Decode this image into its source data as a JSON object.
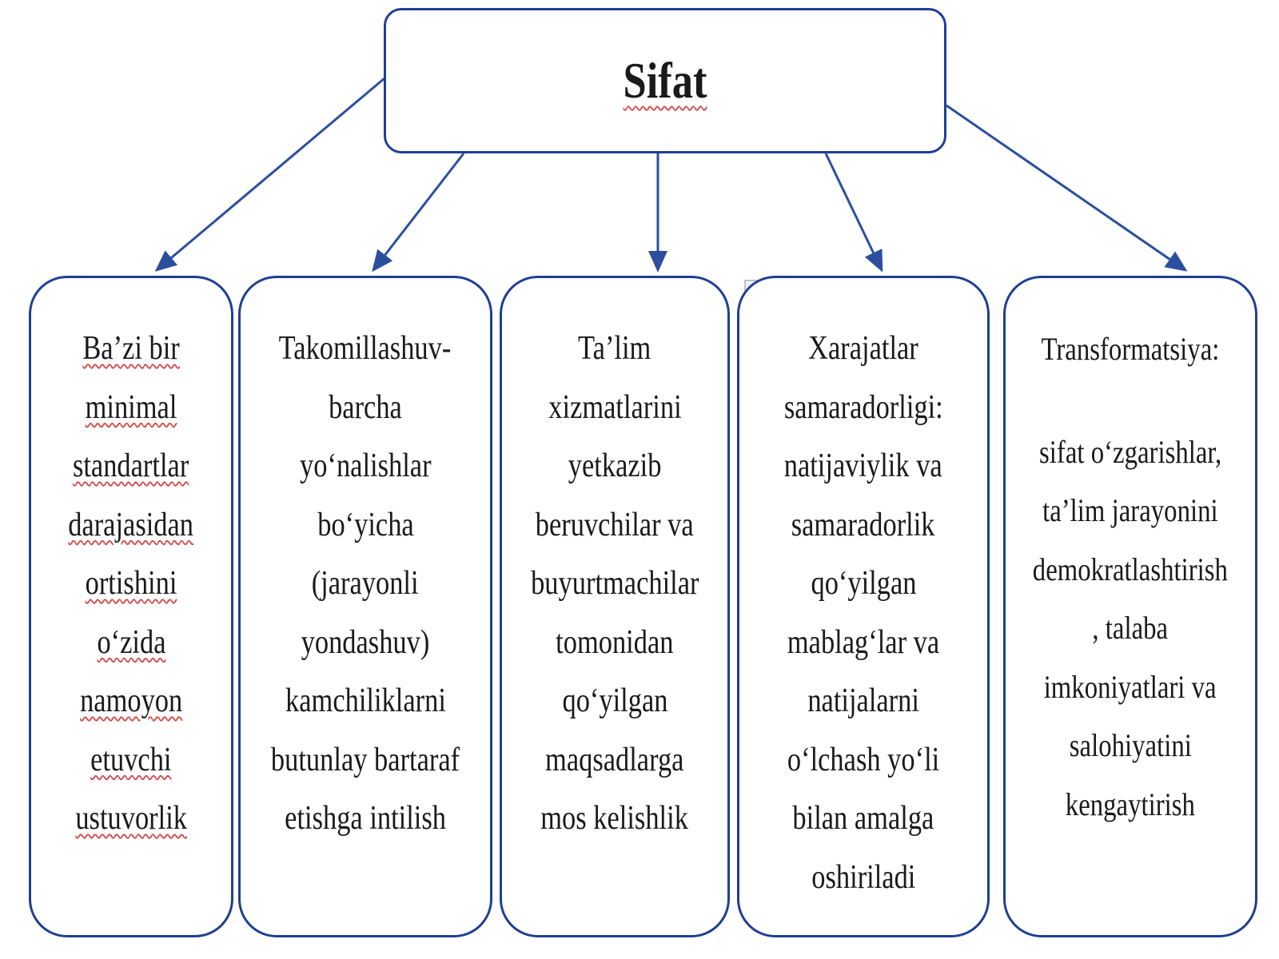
{
  "title": "Sifat",
  "colors": {
    "border": "#1f3f93",
    "arrow": "#2b4f9e",
    "spell_underline": "#d64a4a"
  },
  "branches": [
    {
      "lines": [
        "Ba’zi bir",
        "minimal",
        "standartlar",
        "darajasidan",
        "ortishini",
        "o‘zida",
        "namoyon",
        "etuvchi",
        "ustuvorlik"
      ]
    },
    {
      "lines": [
        "Takomillashuv-",
        "barcha",
        "yo‘nalishlar",
        "bo‘yicha",
        "(jarayonli",
        "yondashuv)",
        "kamchiliklarni",
        "butunlay bartaraf",
        "etishga intilish"
      ]
    },
    {
      "lines": [
        "Ta’lim",
        "xizmatlarini",
        "yetkazib",
        "beruvchilar va",
        "buyurtmachilar",
        "tomonidan",
        "qo‘yilgan",
        "maqsadlarga",
        "mos kelishlik"
      ]
    },
    {
      "lines": [
        "Xarajatlar",
        "samaradorligi:",
        "natijaviylik va",
        "samaradorlik",
        "qo‘yilgan",
        "mablag‘lar va",
        "natijalarni",
        "o‘lchash yo‘li",
        "bilan amalga",
        "oshiriladi"
      ]
    },
    {
      "lines": [
        "Transformatsiya:",
        "",
        "sifat o‘zgarishlar,",
        "ta’lim jarayonini",
        "demokratlashtirish",
        ", talaba",
        "imkoniyatlari va",
        "salohiyatini",
        "kengaytirish"
      ]
    }
  ],
  "icons": {
    "layout_options": "layout-options-icon"
  }
}
